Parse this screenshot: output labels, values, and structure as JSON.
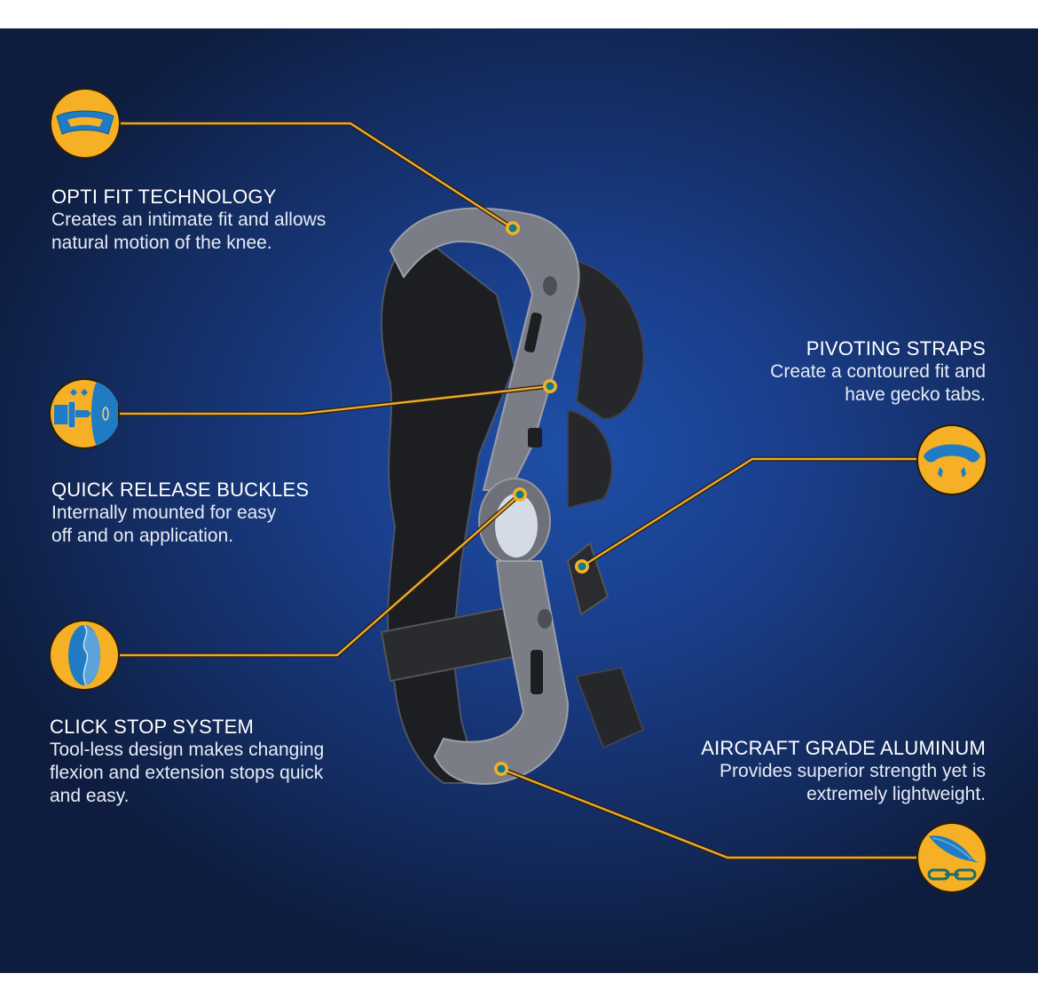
{
  "colors": {
    "background_deep": "#0e1d3f",
    "background_mid": "#1a3f8c",
    "accent_gold": "#f5b026",
    "icon_blue": "#1e7bc4",
    "icon_light_blue": "#5ba3d9",
    "text": "#ffffff"
  },
  "features": [
    {
      "title": "OPTI FIT TECHNOLOGY",
      "description_lines": [
        "Creates an intimate fit and allows",
        "natural motion of the knee."
      ],
      "icon": "opti-fit-shell-icon",
      "side": "left"
    },
    {
      "title": "QUICK RELEASE BUCKLES",
      "description_lines": [
        "Internally mounted for easy",
        "off and on application."
      ],
      "icon": "buckle-icon",
      "side": "left"
    },
    {
      "title": "CLICK STOP SYSTEM",
      "description_lines": [
        "Tool-less design makes changing",
        "flexion and extension stops quick",
        "and easy."
      ],
      "icon": "click-stop-icon",
      "side": "left"
    },
    {
      "title": "PIVOTING STRAPS",
      "description_lines": [
        "Create a contoured fit and",
        "have gecko tabs."
      ],
      "icon": "pivoting-strap-icon",
      "side": "right"
    },
    {
      "title": "AIRCRAFT GRADE ALUMINUM",
      "description_lines": [
        "Provides superior strength yet is",
        "extremely lightweight."
      ],
      "icon": "feather-chain-icon",
      "side": "right"
    }
  ],
  "product_image": "knee-brace"
}
